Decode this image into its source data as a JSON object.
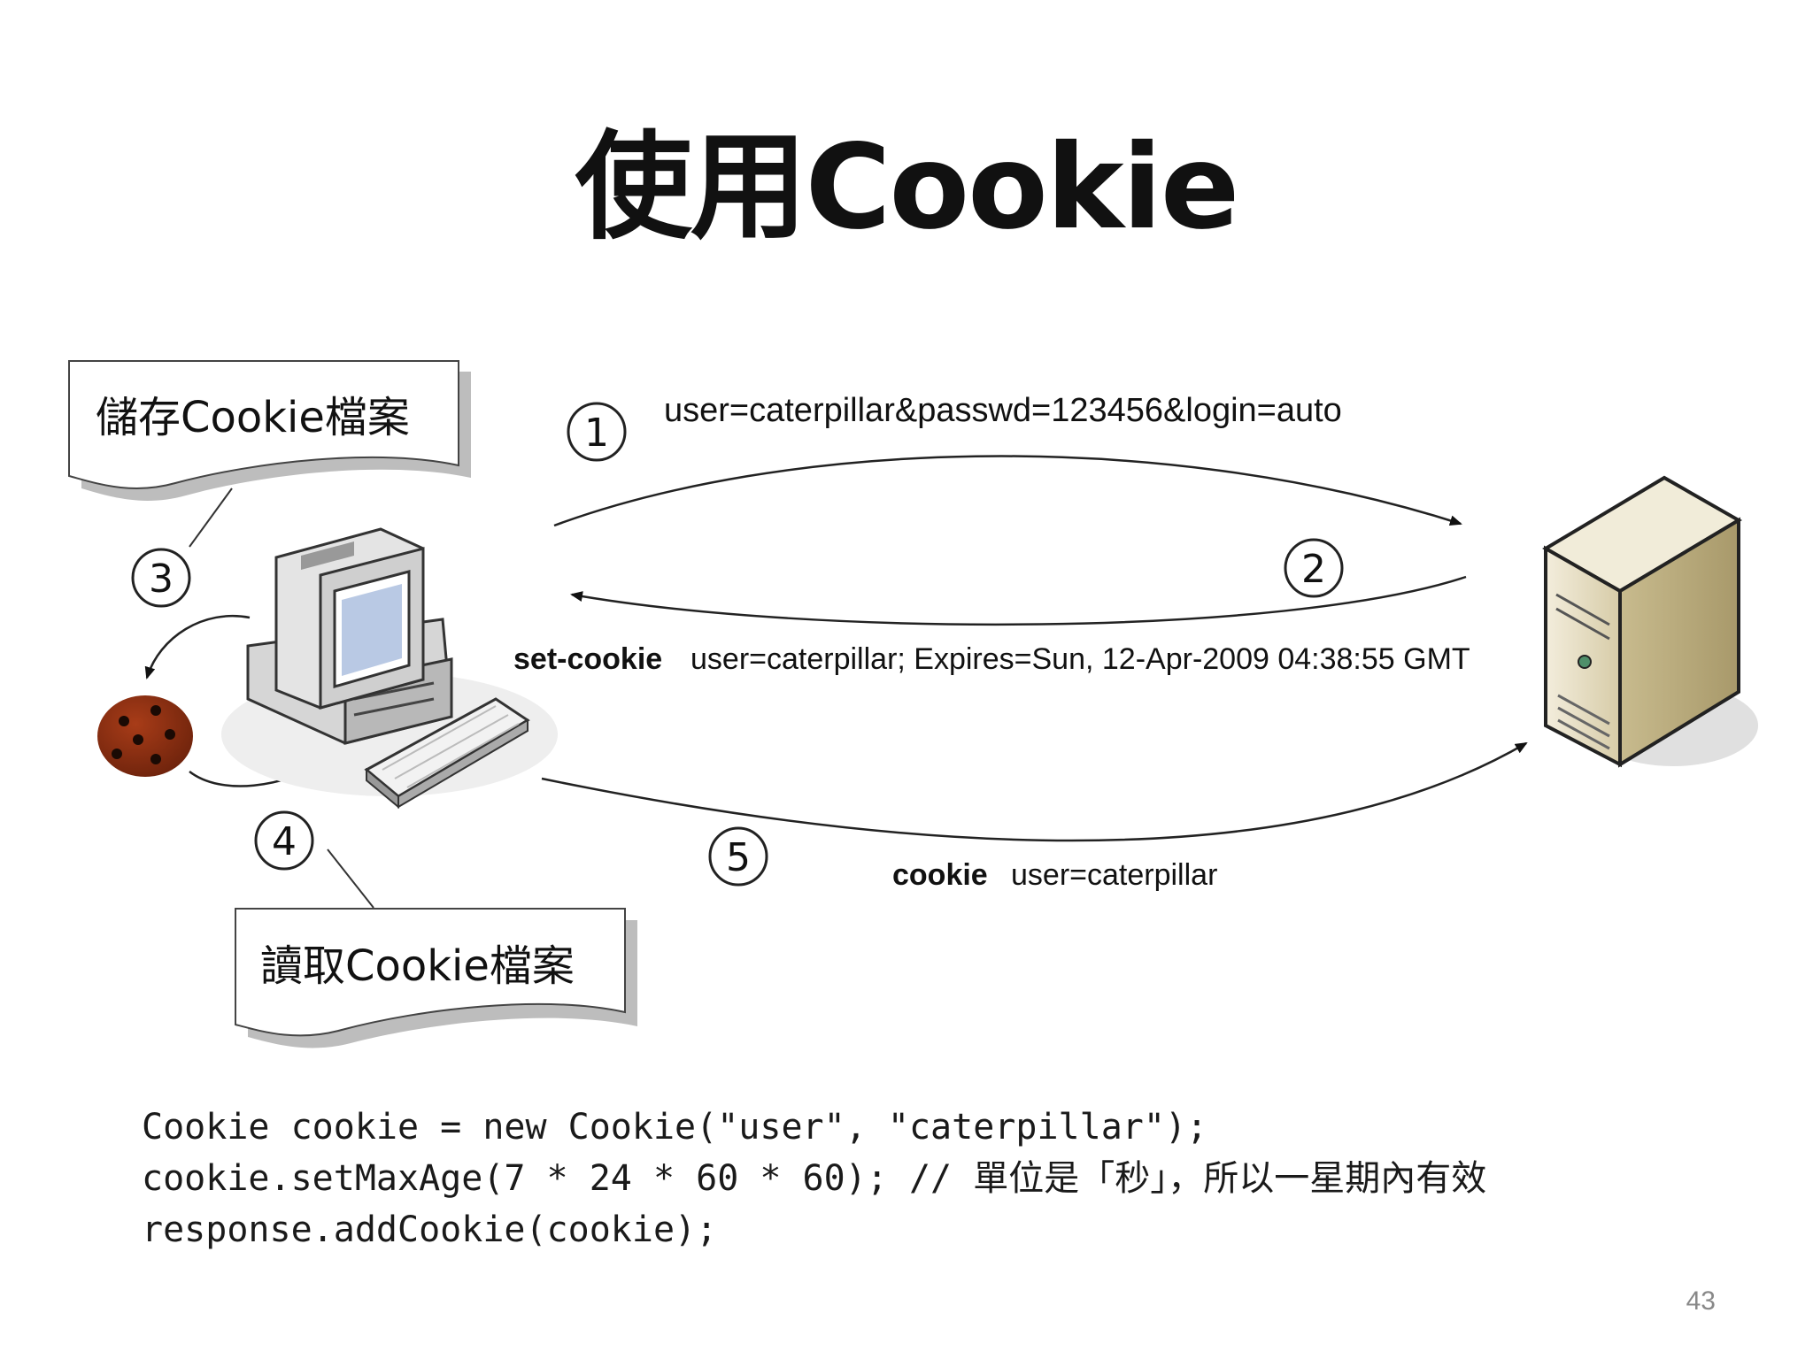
{
  "slide": {
    "title": "使用Cookie",
    "page_number": "43"
  },
  "diagram": {
    "note_store": "儲存Cookie檔案",
    "note_read": "讀取Cookie檔案",
    "steps": [
      "1",
      "2",
      "3",
      "4",
      "5"
    ],
    "msg1": "user=caterpillar&passwd=123456&login=auto",
    "msg2_key": "set-cookie",
    "msg2_value": "user=caterpillar; Expires=Sun, 12-Apr-2009 04:38:55 GMT",
    "msg5_key": "cookie",
    "msg5_value": "user=caterpillar",
    "icons": {
      "client": "desktop-computer-icon",
      "server": "server-tower-icon",
      "cookie": "cookie-icon"
    }
  },
  "code": {
    "line1": "Cookie cookie = new Cookie(\"user\", \"caterpillar\");",
    "line2": "cookie.setMaxAge(7 * 24 * 60 * 60); // 單位是「秒」，所以一星期內有效",
    "line3": "response.addCookie(cookie);"
  },
  "colors": {
    "cookie": "#8b2e12",
    "server_beige": "#d8cfae",
    "note_shadow": "#bdbdbd"
  }
}
